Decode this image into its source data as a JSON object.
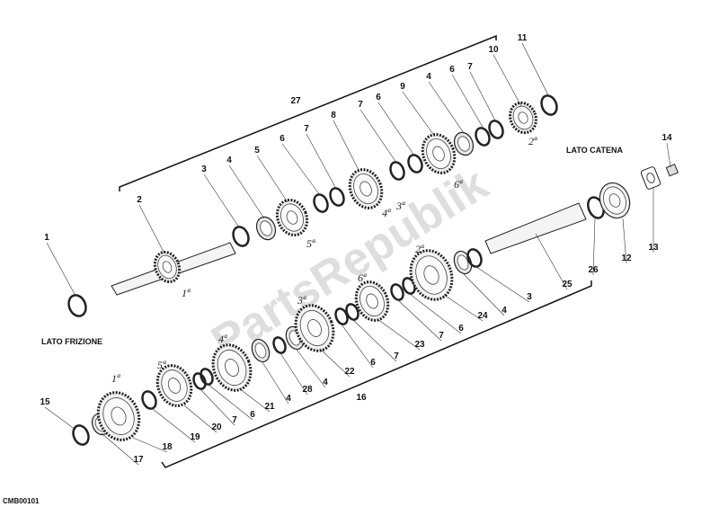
{
  "notes": {
    "lato_catena": "LATO CATENA",
    "lato_frizione": "LATO FRIZIONE",
    "drawing_code": "CMB00101"
  },
  "watermark": "PartsRepublik",
  "callouts": [
    "27",
    "11",
    "10",
    "7",
    "6",
    "4",
    "9",
    "6",
    "7",
    "8",
    "7",
    "6",
    "5",
    "4",
    "3",
    "2",
    "1",
    "14",
    "13",
    "12",
    "26",
    "25",
    "3",
    "4",
    "24",
    "6",
    "7",
    "23",
    "7",
    "6",
    "22",
    "4",
    "28",
    "4",
    "16",
    "21",
    "6",
    "7",
    "20",
    "19",
    "18",
    "17",
    "15"
  ],
  "gear_marks": [
    "1ª",
    "5ª",
    "4ª",
    "3ª",
    "2ª",
    "6ª",
    "2ª",
    "6ª",
    "3ª",
    "4ª",
    "5ª",
    "1ª"
  ]
}
